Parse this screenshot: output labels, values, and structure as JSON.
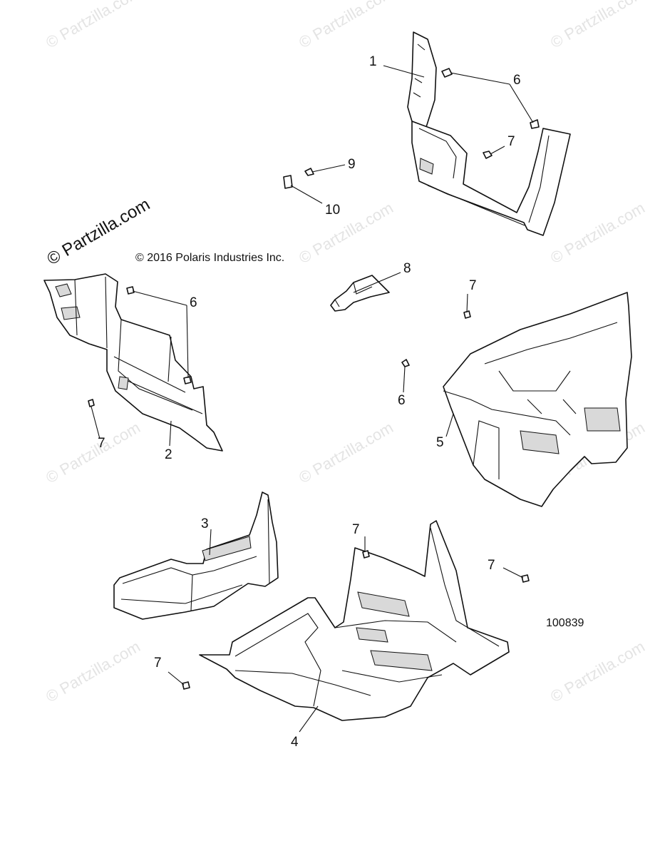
{
  "brand_watermark": "© Partzilla.com",
  "repeating_watermark": "© Partzilla.com",
  "copyright": "© 2016 Polaris Industries Inc.",
  "diagram_number": "100839",
  "callouts": {
    "c1": "1",
    "c2": "2",
    "c3": "3",
    "c4": "4",
    "c5": "5",
    "c6a": "6",
    "c6b": "6",
    "c6c": "6",
    "c7a": "7",
    "c7b": "7",
    "c7c": "7",
    "c7d": "7",
    "c7e": "7",
    "c7f": "7",
    "c8": "8",
    "c9": "9",
    "c10": "10"
  }
}
